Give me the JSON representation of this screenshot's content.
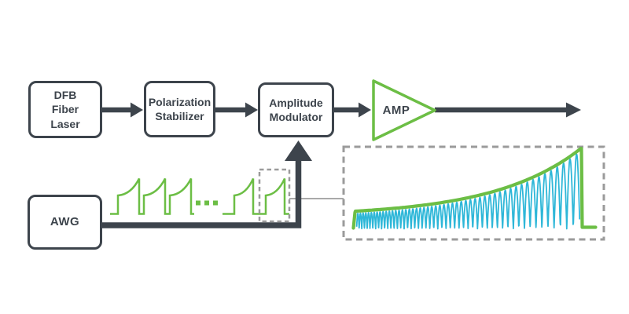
{
  "colors": {
    "dark_slate": "#3d444c",
    "green": "#6cbe45",
    "cyan": "#2eb7d8",
    "dash_gray": "#9b9b9b",
    "connector_gray": "#a9a9a9"
  },
  "blocks": {
    "dfb_laser": {
      "lines": [
        "DFB",
        "Fiber",
        "Laser"
      ]
    },
    "polarization_stabilizer": {
      "lines": [
        "Polarization",
        "Stabilizer"
      ]
    },
    "amplitude_modulator": {
      "lines": [
        "Amplitude",
        "Modulator"
      ]
    },
    "awg": {
      "lines": [
        "AWG"
      ]
    },
    "amplifier": {
      "label": "AMP"
    }
  }
}
